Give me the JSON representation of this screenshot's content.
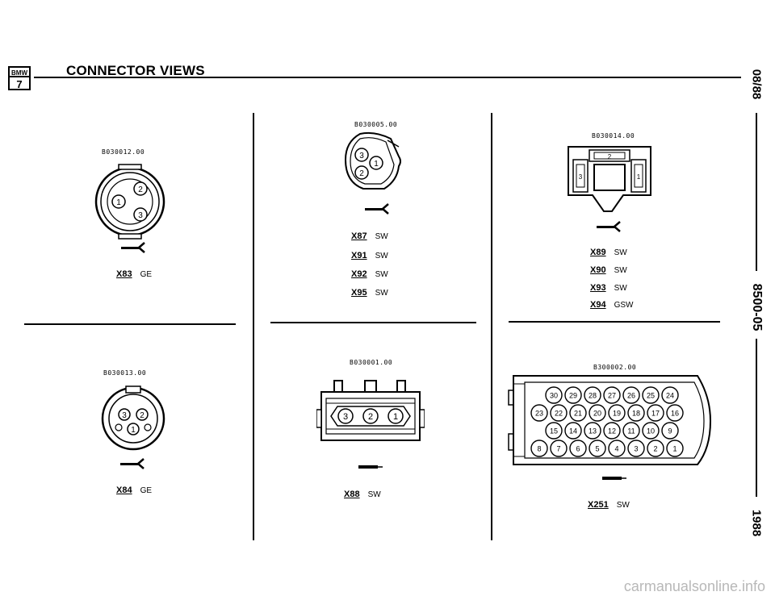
{
  "header": {
    "logo_top": "BMW",
    "logo_bottom": "7",
    "title": "CONNECTOR VIEWS"
  },
  "side": {
    "top": "08/88",
    "middle": "8500-05",
    "bottom": "1988"
  },
  "panels": [
    {
      "ref": "B030012.00",
      "entries": [
        {
          "code": "X83",
          "color": "GE"
        }
      ],
      "pins": [
        "2",
        "1",
        "3"
      ]
    },
    {
      "ref": "B030005.00",
      "entries": [
        {
          "code": "X87",
          "color": "SW"
        },
        {
          "code": "X91",
          "color": "SW"
        },
        {
          "code": "X92",
          "color": "SW"
        },
        {
          "code": "X95",
          "color": "SW"
        }
      ],
      "pins": [
        "3",
        "1",
        "2"
      ]
    },
    {
      "ref": "B030014.00",
      "entries": [
        {
          "code": "X89",
          "color": "SW"
        },
        {
          "code": "X90",
          "color": "SW"
        },
        {
          "code": "X93",
          "color": "SW"
        },
        {
          "code": "X94",
          "color": "GSW"
        }
      ],
      "pins": [
        "2",
        "3",
        "1"
      ]
    },
    {
      "ref": "B030013.00",
      "entries": [
        {
          "code": "X84",
          "color": "GE"
        }
      ],
      "pins": [
        "3",
        "2",
        "1"
      ]
    },
    {
      "ref": "B030001.00",
      "entries": [
        {
          "code": "X88",
          "color": "SW"
        }
      ],
      "pins": [
        "3",
        "2",
        "1"
      ]
    },
    {
      "ref": "B300002.00",
      "entries": [
        {
          "code": "X251",
          "color": "SW"
        }
      ],
      "pin_rows": [
        [
          "30",
          "29",
          "28",
          "27",
          "26",
          "25",
          "24"
        ],
        [
          "23",
          "22",
          "21",
          "20",
          "19",
          "18",
          "17",
          "16"
        ],
        [
          "15",
          "14",
          "13",
          "12",
          "11",
          "10",
          "9"
        ],
        [
          "8",
          "7",
          "6",
          "5",
          "4",
          "3",
          "2",
          "1"
        ]
      ]
    }
  ],
  "watermark": "carmanualsonline.info"
}
